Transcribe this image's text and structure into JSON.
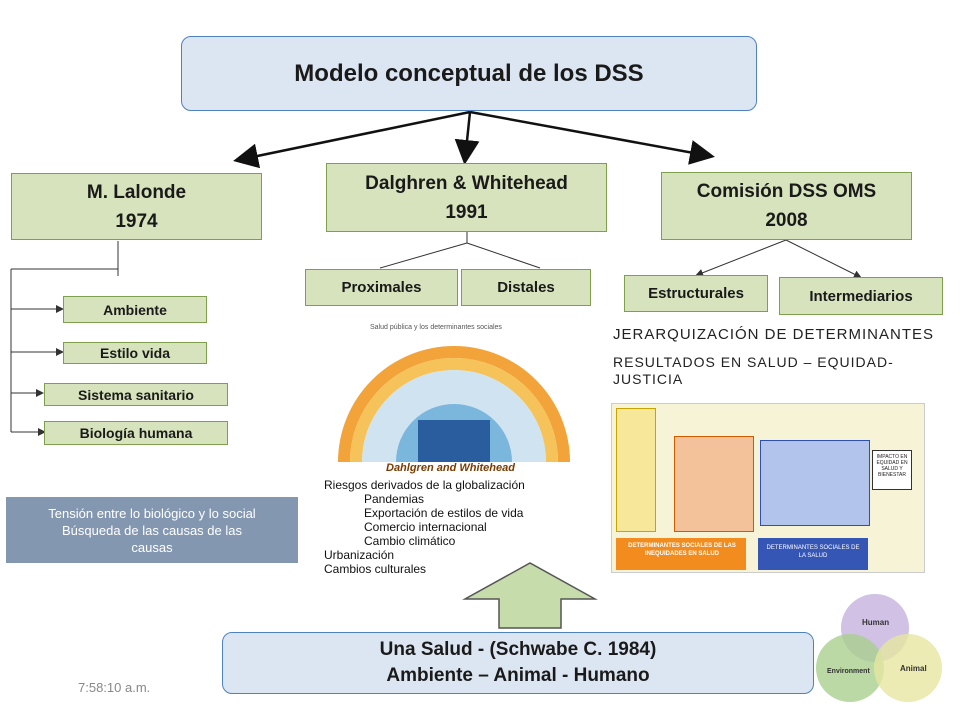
{
  "title": "Modelo conceptual de los DSS",
  "lalonde": {
    "name": "M. Lalonde",
    "year": "1974",
    "items": [
      "Ambiente",
      "Estilo vida",
      "Sistema sanitario",
      "Biología humana"
    ]
  },
  "dahlgren": {
    "name": "Dalghren & Whitehead",
    "year": "1991",
    "items": [
      "Proximales",
      "Distales"
    ]
  },
  "oms": {
    "name": "Comisión DSS OMS",
    "year": "2008",
    "items": [
      "Estructurales",
      "Intermediarios"
    ]
  },
  "note": {
    "line1": "Tensión entre lo biológico y lo social",
    "line2": "Búsqueda de las causas de las",
    "line3": "causas"
  },
  "rainbow": {
    "header": "Salud pública y los determinantes sociales",
    "caption": "Dahlgren and Whitehead",
    "list": [
      "Riesgos derivados de la globalización",
      "Pandemias",
      "Exportación de estilos de vida",
      "Comercio internacional",
      "Cambio climático",
      "Urbanización",
      "Cambios culturales"
    ]
  },
  "jerarquia": {
    "line1": "JERARQUIZACIÓN DE DETERMINANTES",
    "line2": "RESULTADOS EN SALUD – EQUIDAD-",
    "line3": "JUSTICIA",
    "left_label": "DETERMINANTES SOCIALES DE LAS INEQUIDADES EN SALUD",
    "right_label": "DETERMINANTES SOCIALES DE LA SALUD",
    "outcome": "IMPACTO EN EQUIDAD EN SALUD Y BIENESTAR"
  },
  "footer": {
    "line1": "Una Salud -  (Schwabe C. 1984)",
    "line2": "Ambiente – Animal - Humano"
  },
  "venn": {
    "human": "Human",
    "animal": "Animal",
    "environment": "Environment"
  },
  "timestamp": "7:58:10 a.m.",
  "colors": {
    "green": "#d6e3bc",
    "blue": "#dce6f2",
    "note": "#8497b0",
    "arrow": "#c6dcab"
  }
}
